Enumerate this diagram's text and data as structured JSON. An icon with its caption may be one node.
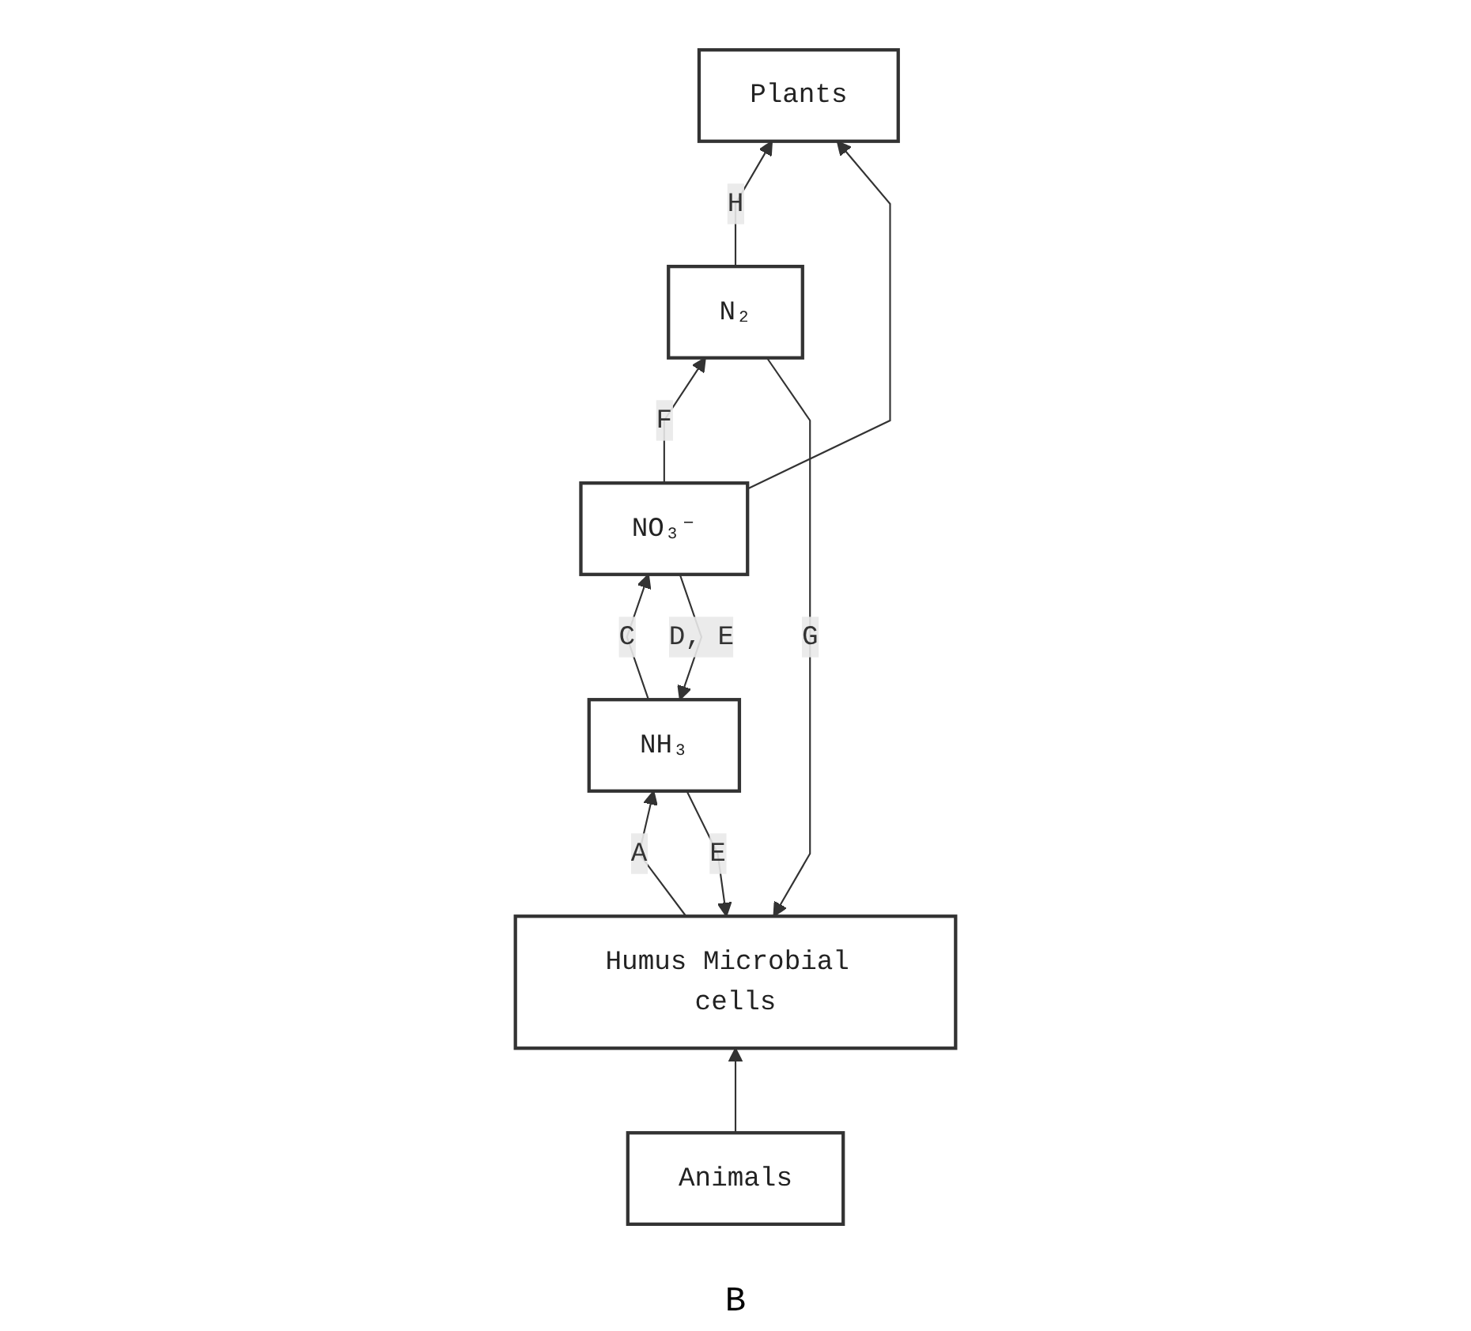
{
  "diagram": {
    "nodes": [
      {
        "text": [
          "Humus Microbial cells"
        ]
      },
      {
        "text": [
          "Animals"
        ]
      },
      {
        "text": [
          "N₂"
        ]
      },
      {
        "text": [
          "Plants"
        ]
      },
      {
        "text": [
          "NO₃⁻"
        ]
      },
      {
        "text": [
          "NH₃"
        ]
      }
    ],
    "edges": [
      {
        "from": 2,
        "to": 0,
        "label": "G",
        "arrow": "to"
      },
      {
        "from": 1,
        "to": 0,
        "arrow": "to"
      },
      {
        "from": 5,
        "to": 0,
        "label": "E",
        "arrow": "to"
      },
      {
        "from": 0,
        "to": 5,
        "label": "A",
        "arrow": "to"
      },
      {
        "from": 2,
        "to": 3,
        "label": "H",
        "arrow": "to"
      },
      {
        "from": 4,
        "to": 2,
        "label": "F",
        "arrow": "to"
      },
      {
        "from": 4,
        "to": 3,
        "arrow": "to"
      },
      {
        "from": 4,
        "to": 5,
        "label": "D, E",
        "arrow": "to"
      },
      {
        "from": 5,
        "to": 4,
        "label": "C",
        "arrow": "to"
      }
    ],
    "labels": [
      "B"
    ]
  }
}
